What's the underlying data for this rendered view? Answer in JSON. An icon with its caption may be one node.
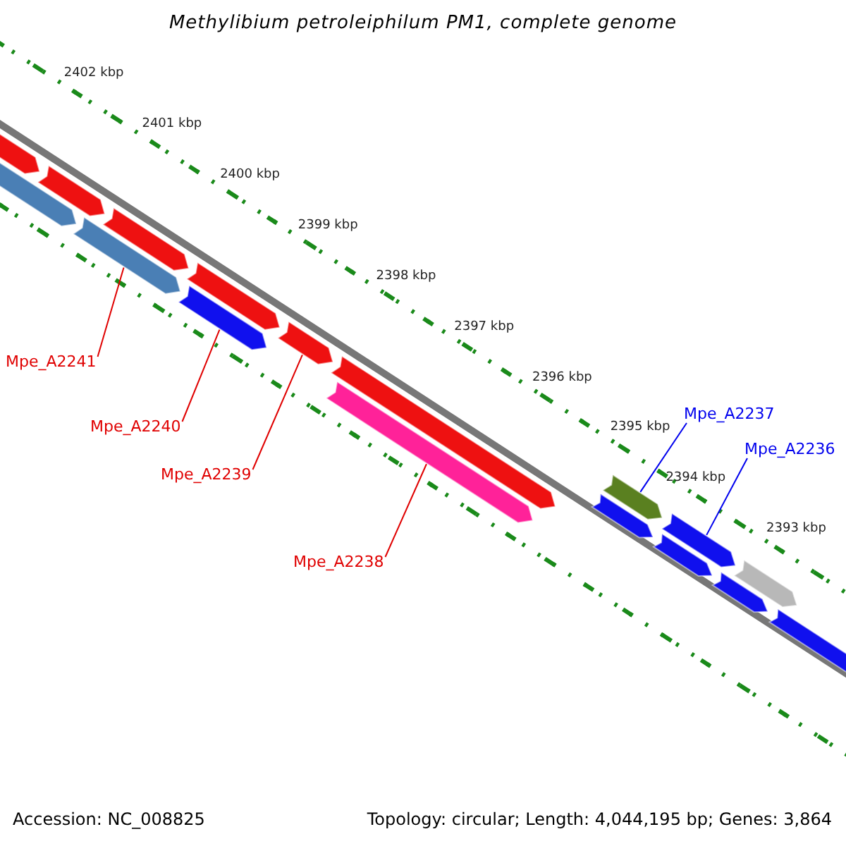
{
  "diagram": {
    "title": "Methylibium petroleiphilum PM1, complete genome",
    "nodes": [
      {
        "text": [
          "Mpe_A2241"
        ]
      },
      {
        "text": [
          "Mpe_A2240"
        ]
      },
      {
        "text": [
          "Mpe_A2239"
        ]
      },
      {
        "text": [
          "Mpe_A2238"
        ]
      },
      {
        "text": [
          "Mpe_A2237"
        ]
      },
      {
        "text": [
          "Mpe_A2236"
        ]
      },
      {
        "text": [],
        "shape": "bar"
      },
      {
        "text": [],
        "shape": "bar"
      },
      {
        "text": [],
        "shape": "bar"
      },
      {
        "text": [],
        "shape": "bar"
      },
      {
        "text": [],
        "shape": "bar"
      },
      {
        "text": [],
        "shape": "bar"
      },
      {
        "text": [],
        "shape": "bar"
      },
      {
        "text": [],
        "shape": "bar"
      },
      {
        "text": [],
        "shape": "bar"
      },
      {
        "text": [],
        "shape": "bar"
      },
      {
        "text": [],
        "shape": "bar"
      },
      {
        "text": [],
        "shape": "bar"
      },
      {
        "text": [],
        "shape": "bar"
      },
      {
        "text": [],
        "shape": "bar"
      },
      {
        "text": [],
        "shape": "bar"
      },
      {
        "text": [],
        "shape": "bar"
      },
      {
        "text": [],
        "shape": "bar"
      }
    ],
    "edges": [
      {
        "from": 0,
        "to": 13,
        "arrow": "none"
      },
      {
        "from": 1,
        "to": 14,
        "arrow": "none"
      },
      {
        "from": 2,
        "to": 10,
        "arrow": "none"
      },
      {
        "from": 3,
        "to": 15,
        "arrow": "none"
      },
      {
        "from": 4,
        "to": 16,
        "arrow": "none",
        "color": "#0000ee"
      },
      {
        "from": 5,
        "to": 17,
        "arrow": "none",
        "color": "#0000ee"
      }
    ],
    "labels": [
      "2402 kbp",
      "2401 kbp",
      "2400 kbp",
      "2399 kbp",
      "2398 kbp",
      "2397 kbp",
      "2396 kbp",
      "2395 kbp",
      "2394 kbp",
      "2393 kbp",
      "Accession: NC_008825",
      "Topology: circular; Length: 4,044,195 bp; Genes: 3,864"
    ]
  }
}
